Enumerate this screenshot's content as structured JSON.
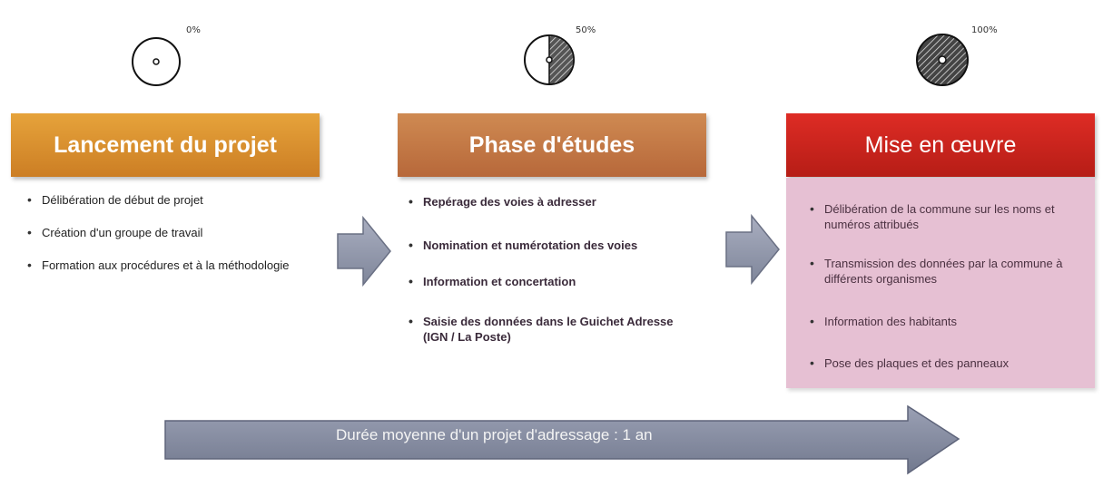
{
  "pies": [
    {
      "label": "0%",
      "fraction": 0.0
    },
    {
      "label": "50%",
      "fraction": 0.5
    },
    {
      "label": "100%",
      "fraction": 1.0
    }
  ],
  "phases": [
    {
      "title": "Lancement du projet",
      "items": [
        "Délibération de début de projet",
        "Création d'un groupe de travail",
        "Formation aux procédures et à la méthodologie"
      ]
    },
    {
      "title": "Phase d'études",
      "items": [
        "Repérage des voies à adresser",
        "Nomination et numérotation des voies",
        "Information et concertation",
        "Saisie des données dans le Guichet Adresse (IGN / La Poste)"
      ]
    },
    {
      "title": "Mise en œuvre",
      "items": [
        "Délibération de la commune sur les noms et numéros attribués",
        "Transmission des données par la commune à différents organismes",
        "Information des habitants",
        "Pose des plaques et des panneaux"
      ]
    }
  ],
  "duration": "Durée moyenne d'un projet d'adressage : 1 an",
  "colors": {
    "phase1": "#d98f2f",
    "phase2": "#c2774a",
    "phase3": "#cc241d",
    "phase3_box": "#e6c0d3",
    "arrow": "#8f96a8"
  }
}
